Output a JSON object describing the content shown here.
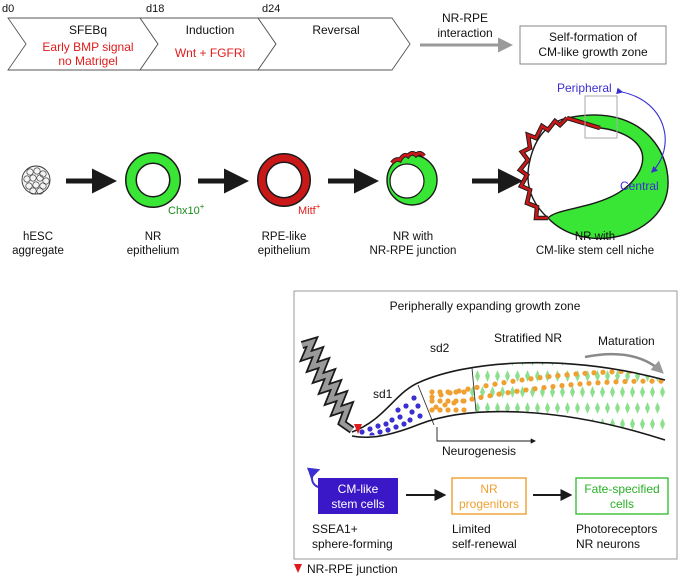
{
  "colors": {
    "red": "#e01b1b",
    "green_fill": "#39e535",
    "green_text": "#1a8a1a",
    "blue": "#3b2fd0",
    "purple_box": "#3a18c8",
    "orange": "#f0a030",
    "light_green": "#8ee08e",
    "gray_arrow": "#9a9a9a"
  },
  "timeline": {
    "days": [
      "d0",
      "d18",
      "d24"
    ],
    "stages": [
      {
        "title": "SFEBq",
        "line1": "Early BMP signal",
        "line2": "no Matrigel"
      },
      {
        "title": "Induction",
        "line1": "Wnt + FGFRi",
        "line2": ""
      },
      {
        "title": "Reversal",
        "line1": "",
        "line2": ""
      }
    ],
    "interaction_line1": "NR-RPE",
    "interaction_line2": "interaction",
    "self_formation_line1": "Self-formation of",
    "self_formation_line2": "CM-like growth zone"
  },
  "progression": {
    "items": [
      {
        "line1": "hESC",
        "line2": "aggregate"
      },
      {
        "line1": "NR",
        "line2": "epithelium",
        "marker": "Chx10",
        "marker_sup": "+"
      },
      {
        "line1": "RPE-like",
        "line2": "epithelium",
        "marker": "Mitf",
        "marker_sup": "+"
      },
      {
        "line1": "NR with",
        "line2": "NR-RPE junction"
      },
      {
        "line1": "NR with",
        "line2": "CM-like stem cell niche"
      }
    ],
    "peripheral": "Peripheral",
    "central": "Central"
  },
  "inset": {
    "title": "Peripherally expanding growth zone",
    "sd1": "sd1",
    "sd2": "sd2",
    "stratified": "Stratified NR",
    "maturation": "Maturation",
    "neurogenesis": "Neurogenesis",
    "cells": [
      {
        "label1": "CM-like",
        "label2": "stem cells",
        "desc1": "SSEA1+",
        "desc2": "sphere-forming"
      },
      {
        "label1": "NR",
        "label2": "progenitors",
        "desc1": "Limited",
        "desc2": "self-renewal"
      },
      {
        "label1": "Fate-specified",
        "label2": "cells",
        "desc1": "Photoreceptors",
        "desc2": "NR neurons"
      }
    ]
  },
  "legend": {
    "junction": "NR-RPE junction"
  }
}
